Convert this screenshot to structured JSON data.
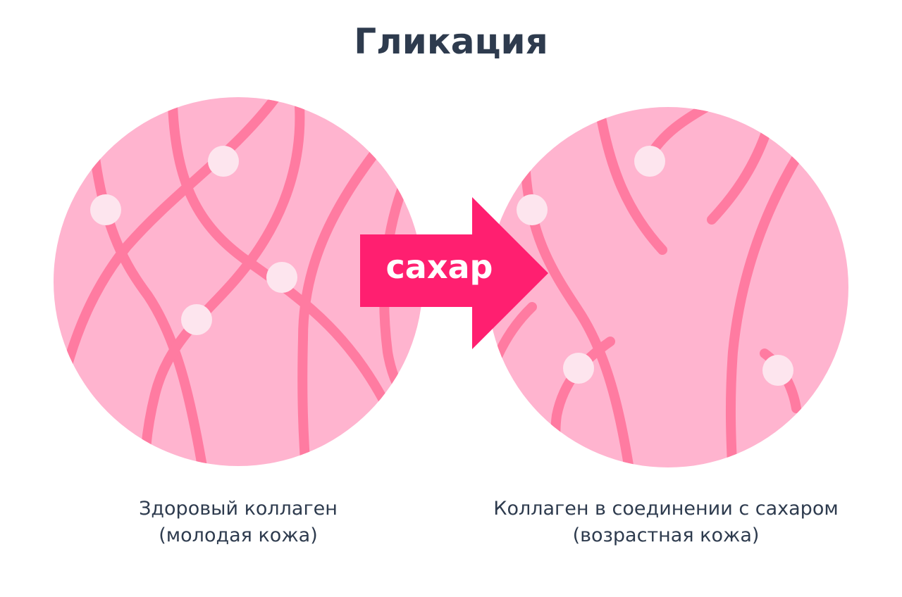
{
  "title": "Гликация",
  "arrow_label": "сахар",
  "left_caption": {
    "line1": "Здоровый коллаген",
    "line2": "(молодая кожа)"
  },
  "right_caption": {
    "line1": "Коллаген в соединении с сахаром",
    "line2": "(возрастная кожа)"
  },
  "colors": {
    "skin": "#ffb4cf",
    "fiber": "#ff7ba1",
    "dot": "#fde5ee",
    "arrow": "#ff1f70",
    "text": "#2e3b4e"
  }
}
